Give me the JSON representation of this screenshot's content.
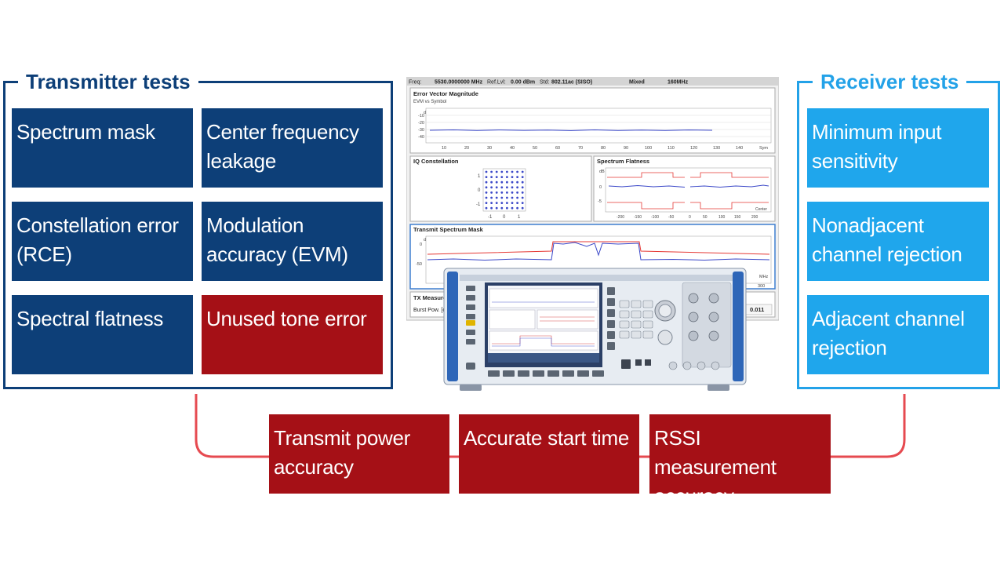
{
  "transmitter": {
    "title": "Transmitter tests",
    "items": [
      {
        "label": "Spectrum mask",
        "status": "navy"
      },
      {
        "label": "Center frequency leakage",
        "status": "navy"
      },
      {
        "label": "Constellation error (RCE)",
        "status": "navy"
      },
      {
        "label": "Modulation accuracy (EVM)",
        "status": "navy"
      },
      {
        "label": "Spectral flatness",
        "status": "navy"
      },
      {
        "label": "Unused tone error",
        "status": "red"
      }
    ]
  },
  "receiver": {
    "title": "Receiver tests",
    "items": [
      {
        "label": "Minimum input sensitivity"
      },
      {
        "label": "Nonadjacent channel rejection"
      },
      {
        "label": "Adjacent channel rejection"
      }
    ]
  },
  "common": {
    "items": [
      {
        "label": "Transmit power accuracy"
      },
      {
        "label": "Accurate start time"
      },
      {
        "label": "RSSI measurement accuracy"
      }
    ]
  },
  "screen": {
    "freq_label": "Freq:",
    "freq_value": "5530.0000000 MHz",
    "reflvl_label": "Ref.Lvl:",
    "reflvl_value": "0.00 dBm",
    "std_label": "Std:",
    "std_value": "802.11ac (SISO)",
    "mode": "Mixed",
    "bw": "160MHz",
    "evm_title": "Error Vector Magnitude",
    "evm_sub": "EVM vs Symbol",
    "evm_unit": "dB",
    "evm_yticks": [
      "-10",
      "-20",
      "-30",
      "-40"
    ],
    "evm_xticks": [
      "10",
      "20",
      "30",
      "40",
      "50",
      "60",
      "70",
      "80",
      "90",
      "100",
      "110",
      "120",
      "130",
      "140"
    ],
    "evm_xunit": "Sym",
    "iq_title": "IQ Constellation",
    "iq_yticks": [
      "1",
      "0",
      "-1"
    ],
    "iq_xticks": [
      "-1",
      "0",
      "1"
    ],
    "flat_title": "Spectrum Flatness",
    "flat_unit": "dB",
    "flat_yticks": [
      "0",
      "-5"
    ],
    "flat_xticks": [
      "-200",
      "-150",
      "-100",
      "-50",
      "0",
      "50",
      "100",
      "150",
      "200"
    ],
    "flat_center": "Center",
    "mask_title": "Transmit Spectrum Mask",
    "mask_unit": "dB",
    "mask_yticks": [
      "0",
      "-50"
    ],
    "mask_xunit": "MHz",
    "mask_x_right": "300",
    "txm_title": "TX Measuremen",
    "txm_row": "Burst Pow. [dBm]",
    "txm_value": "0.011"
  },
  "colors": {
    "navy": "#0d3f78",
    "red": "#a51016",
    "cyan": "#1fa6ec",
    "connector": "#e64a50"
  }
}
